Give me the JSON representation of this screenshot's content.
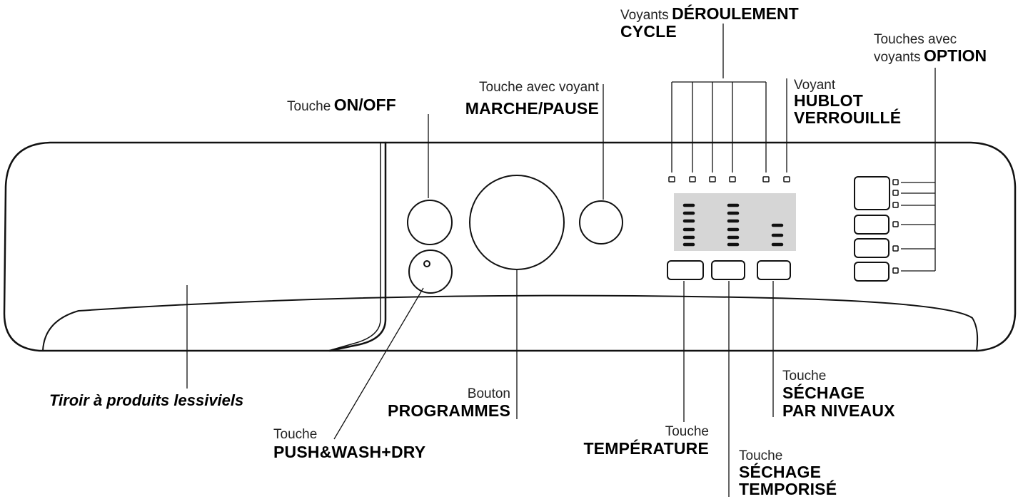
{
  "labels": {
    "deroulement_small": "Voyants",
    "deroulement_big1": "DÉROULEMENT",
    "deroulement_big2": "CYCLE",
    "option_small1": "Touches avec",
    "option_small2": "voyants",
    "option_big": "OPTION",
    "hublot_small": "Voyant",
    "hublot_big1": "HUBLOT",
    "hublot_big2": "VERROUILLÉ",
    "marche_small": "Touche avec voyant",
    "marche_big": "MARCHE/PAUSE",
    "onoff_small": "Touche",
    "onoff_big": "ON/OFF",
    "tiroir": "Tiroir à produits lessiviels",
    "programmes_small": "Bouton",
    "programmes_big": "PROGRAMMES",
    "push_small": "Touche",
    "push_big": "PUSH&WASH+DRY",
    "temperature_small": "Touche",
    "temperature_big": "TEMPÉRATURE",
    "niveaux_small": "Touche",
    "niveaux_big1": "SÉCHAGE",
    "niveaux_big2": "PAR NIVEAUX",
    "temporise_small": "Touche",
    "temporise_big1": "SÉCHAGE",
    "temporise_big2": "TEMPORISÉ"
  }
}
